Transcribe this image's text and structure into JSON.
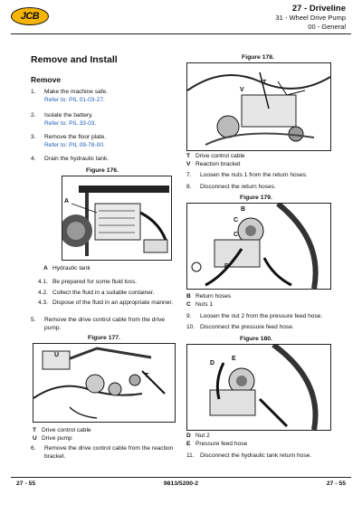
{
  "header": {
    "logo_text": "JCB",
    "chapter": "27 - Driveline",
    "subject": "31 - Wheel Drive Pump",
    "group": "00 - General"
  },
  "left": {
    "section_title": "Remove and Install",
    "sub_title": "Remove",
    "steps": [
      {
        "n": "1.",
        "text": "Make the machine safe.",
        "ref": "Refer to: PIL 01-03-27."
      },
      {
        "n": "2.",
        "text": "Isolate the battery.",
        "ref": "Refer to: PIL 33-03."
      },
      {
        "n": "3.",
        "text": "Remove the floor plate.",
        "ref": "Refer to: PIL 09-78-00."
      },
      {
        "n": "4.",
        "text": "Drain the hydraulic tank."
      }
    ],
    "fig176": {
      "title": "Figure 176.",
      "callouts": [
        "A"
      ],
      "legend": [
        {
          "k": "A",
          "v": "Hydraulic tank"
        }
      ]
    },
    "substeps": [
      {
        "n": "4.1.",
        "text": "Be prepared for some fluid loss."
      },
      {
        "n": "4.2.",
        "text": "Collect the fluid in a suitable container."
      },
      {
        "n": "4.3.",
        "text": "Dispose of the fluid in an appropriate manner."
      }
    ],
    "step5": {
      "n": "5.",
      "text": "Remove the drive control cable from the drive pump."
    },
    "fig177": {
      "title": "Figure 177.",
      "callouts": [
        "U",
        "T"
      ],
      "legend": [
        {
          "k": "T",
          "v": "Drive control cable"
        },
        {
          "k": "U",
          "v": "Drive pump"
        }
      ]
    },
    "step6": {
      "n": "6.",
      "text": "Remove the drive control cable from the reaction bracket."
    }
  },
  "right": {
    "fig178": {
      "title": "Figure 178.",
      "callouts": [
        "V",
        "T"
      ],
      "legend": [
        {
          "k": "T",
          "v": "Drive control cable"
        },
        {
          "k": "V",
          "v": "Reaction bracket"
        }
      ]
    },
    "step7": {
      "n": "7.",
      "text": "Loosen the nuts 1 from the return hoses."
    },
    "step8": {
      "n": "8.",
      "text": "Disconnect the return hoses."
    },
    "fig179": {
      "title": "Figure 179.",
      "callouts": [
        "B",
        "C",
        "C",
        "B"
      ],
      "legend": [
        {
          "k": "B",
          "v": "Return hoses"
        },
        {
          "k": "C",
          "v": "Nuts 1"
        }
      ]
    },
    "step9": {
      "n": "9.",
      "text": "Loosen the nut 2 from the pressure feed hose."
    },
    "step10": {
      "n": "10.",
      "text": "Disconnect the pressure feed hose."
    },
    "fig180": {
      "title": "Figure 180.",
      "callouts": [
        "E",
        "D"
      ],
      "legend": [
        {
          "k": "D",
          "v": "Nut 2"
        },
        {
          "k": "E",
          "v": "Pressure feed hose"
        }
      ]
    },
    "step11": {
      "n": "11.",
      "text": "Disconnect the hydraulic tank return hose."
    }
  },
  "footer": {
    "left": "27 - 55",
    "center": "9813/5200-2",
    "right": "27 - 55"
  }
}
